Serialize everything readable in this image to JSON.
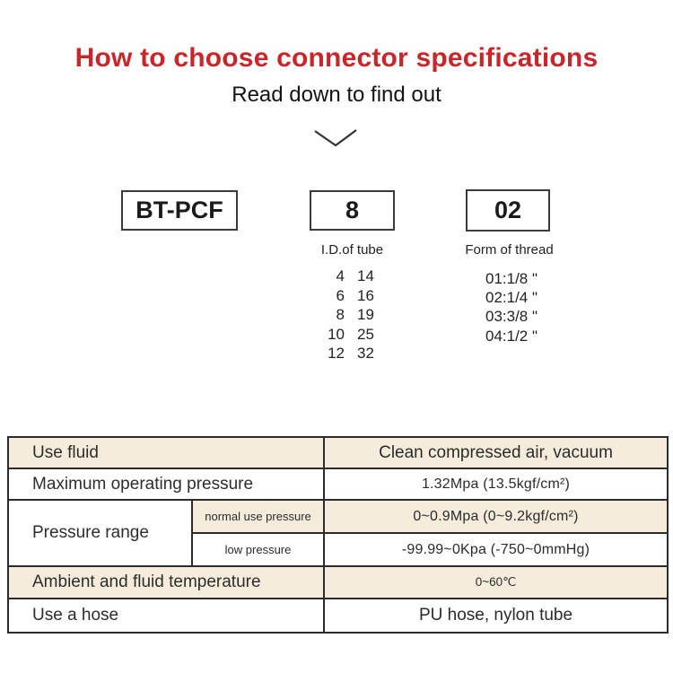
{
  "header": {
    "title": "How to choose connector specifications",
    "subtitle": "Read down to find out"
  },
  "icons": {
    "down_indicator": "chevron-down"
  },
  "model_code": {
    "prefix": "BT-PCF",
    "tube_size": "8",
    "thread_size": "02"
  },
  "tube_section": {
    "heading": "I.D.of tube",
    "rows": [
      [
        "4",
        "14"
      ],
      [
        "6",
        "16"
      ],
      [
        "8",
        "19"
      ],
      [
        "10",
        "25"
      ],
      [
        "12",
        "32"
      ]
    ]
  },
  "thread_section": {
    "heading": "Form of thread",
    "items": [
      "01:1/8 \"",
      "02:1/4 \"",
      "03:3/8 \"",
      "04:1/2 \""
    ]
  },
  "spec_table": {
    "rows": [
      {
        "label": "Use fluid",
        "value": "Clean compressed air, vacuum"
      },
      {
        "label": "Maximum operating pressure",
        "value": "1.32Mpa (13.5kgf/cm²)"
      },
      {
        "label": "Pressure range",
        "sub_rows": [
          {
            "sub_label": "normal use pressure",
            "value": "0~0.9Mpa (0~9.2kgf/cm²)"
          },
          {
            "sub_label": "low pressure",
            "value": "-99.99~0Kpa (-750~0mmHg)"
          }
        ]
      },
      {
        "label": "Ambient and fluid temperature",
        "value": "0~60℃"
      },
      {
        "label": "Use a hose",
        "value": "PU hose, nylon tube"
      }
    ]
  },
  "colors": {
    "accent_red": "#c8262a",
    "row_highlight": "#f5ecdc",
    "table_border": "#2b2b2b"
  }
}
